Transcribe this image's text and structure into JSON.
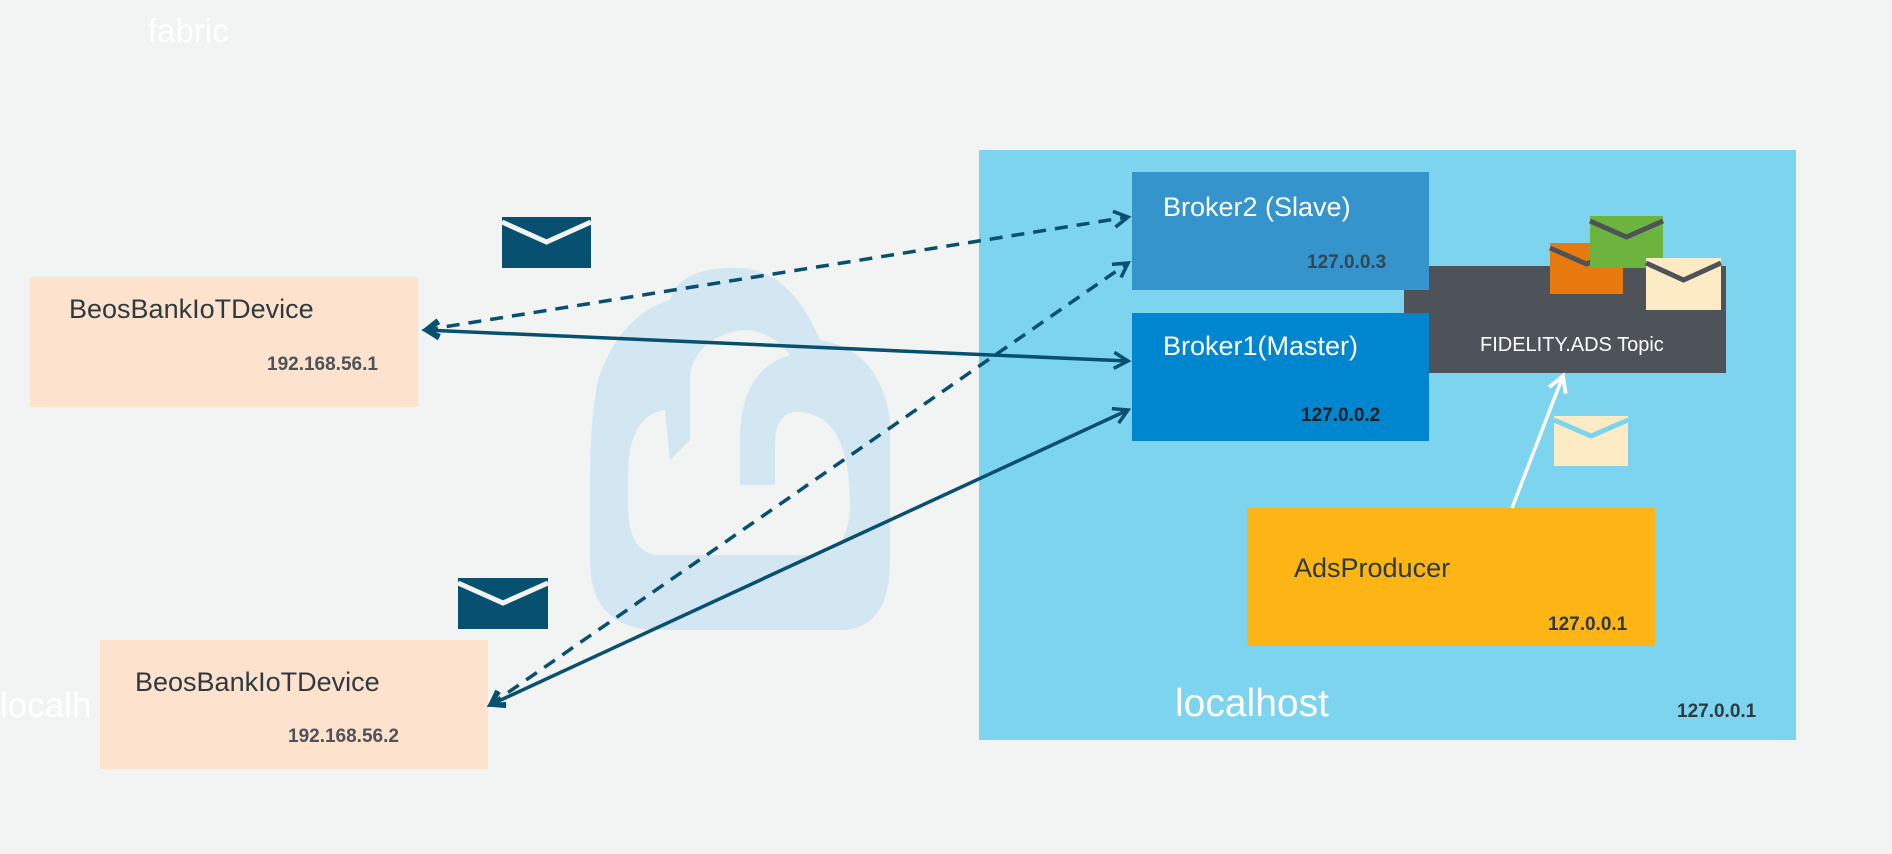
{
  "labels": {
    "fabric": "fabric",
    "localhost_left_fragment": "localh",
    "localhost_zone": "localhost",
    "localhost_zone_ip": "127.0.0.1"
  },
  "nodes": {
    "device1": {
      "name": "BeosBankIoTDevice",
      "ip": "192.168.56.1"
    },
    "device2": {
      "name": "BeosBankIoTDevice",
      "ip": "192.168.56.2"
    },
    "broker_slave": {
      "name": "Broker2 (Slave)",
      "ip": "127.0.0.3"
    },
    "broker_master": {
      "name": "Broker1(Master)",
      "ip": "127.0.0.2"
    },
    "topic": {
      "name": "FIDELITY.ADS Topic"
    },
    "producer": {
      "name": "AdsProducer",
      "ip": "127.0.0.1"
    }
  },
  "colors": {
    "background": "#f2f3f3",
    "device_fill": "#fde3cd",
    "localhost_zone": "#7cd4ee",
    "broker_slave": "#3694cd",
    "broker_master": "#0086cf",
    "topic": "#4d5358",
    "producer": "#fdb415",
    "arrow": "#08506f",
    "cloud": "#d2e7f1",
    "envelope_dark": "#08506f",
    "envelope_cream": "#fcebc5",
    "envelope_orange": "#e8790f",
    "envelope_green": "#6cb43d"
  },
  "icons": [
    "cloud-icon",
    "envelope-icon"
  ]
}
